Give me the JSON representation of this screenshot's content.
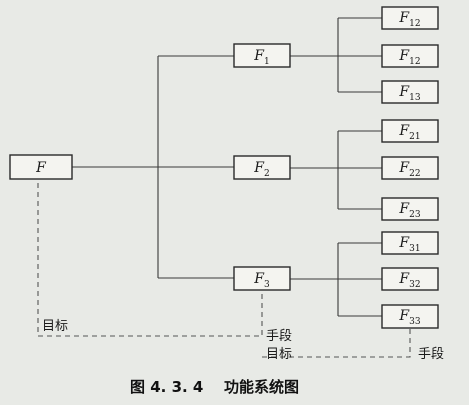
{
  "diagram": {
    "root": {
      "base": "F",
      "sub": ""
    },
    "level1": [
      {
        "base": "F",
        "sub": "1"
      },
      {
        "base": "F",
        "sub": "2"
      },
      {
        "base": "F",
        "sub": "3"
      }
    ],
    "level2": [
      {
        "base": "F",
        "sub": "12"
      },
      {
        "base": "F",
        "sub": "12"
      },
      {
        "base": "F",
        "sub": "13"
      },
      {
        "base": "F",
        "sub": "21"
      },
      {
        "base": "F",
        "sub": "22"
      },
      {
        "base": "F",
        "sub": "23"
      },
      {
        "base": "F",
        "sub": "31"
      },
      {
        "base": "F",
        "sub": "32"
      },
      {
        "base": "F",
        "sub": "33"
      }
    ],
    "annotations": {
      "goal_1": "目标",
      "means_1": "手段",
      "goal_2": "目标",
      "means_2": "手段"
    },
    "caption": {
      "number": "图 4. 3. 4",
      "title": "功能系统图"
    }
  }
}
